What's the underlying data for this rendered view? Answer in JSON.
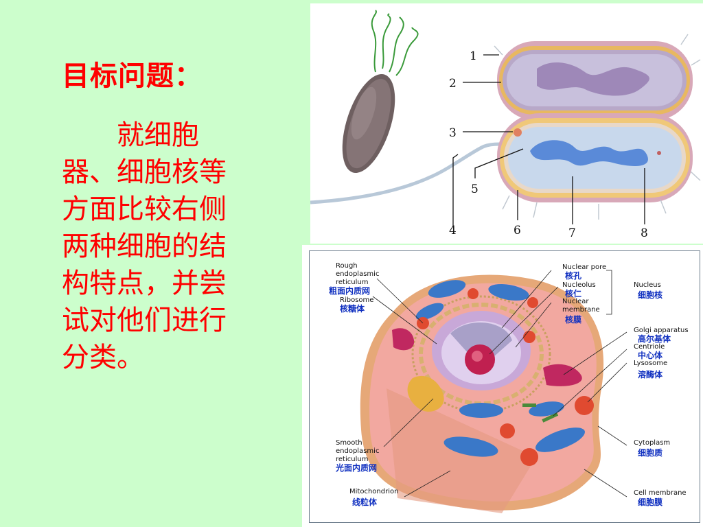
{
  "slide": {
    "title": "目标问题：",
    "body": "就细胞器、细胞核等方面比较右侧两种细胞的结构特点，并尝试对他们进行分类。"
  },
  "prokaryote_diagram": {
    "numbers": [
      "1",
      "2",
      "3",
      "4",
      "5",
      "6",
      "7",
      "8"
    ]
  },
  "eukaryote_diagram": {
    "labels": {
      "rough_er": {
        "en1": "Rough",
        "en2": "endoplasmic",
        "en3": "reticulum",
        "zh": "粗面内质网"
      },
      "ribosome": {
        "en": "Ribosome",
        "zh": "核糖体"
      },
      "nuclear_pore": {
        "en": "Nuclear pore",
        "zh": "核孔"
      },
      "nucleolus": {
        "en": "Nucleolus",
        "zh": "核仁"
      },
      "nuclear_membrane": {
        "en1": "Nuclear",
        "en2": "membrane",
        "zh": "核膜"
      },
      "nucleus": {
        "en": "Nucleus",
        "zh": "细胞核"
      },
      "golgi": {
        "en": "Golgi apparatus",
        "zh": "高尔基体"
      },
      "centriole": {
        "en": "Centriole",
        "zh": "中心体"
      },
      "lysosome": {
        "en": "Lysosome",
        "zh": "溶酶体"
      },
      "smooth_er": {
        "en1": "Smooth",
        "en2": "endoplasmic",
        "en3": "reticulum",
        "zh": "光面内质网"
      },
      "cytoplasm": {
        "en": "Cytoplasm",
        "zh": "细胞质"
      },
      "mitochondrion": {
        "en": "Mitochondrion",
        "zh": "线粒体"
      },
      "cell_membrane": {
        "en": "Cell membrane",
        "zh": "细胞膜"
      }
    }
  },
  "colors": {
    "background": "#ccfecc",
    "text_red": "#ff0000",
    "label_blue": "#1030c0"
  }
}
